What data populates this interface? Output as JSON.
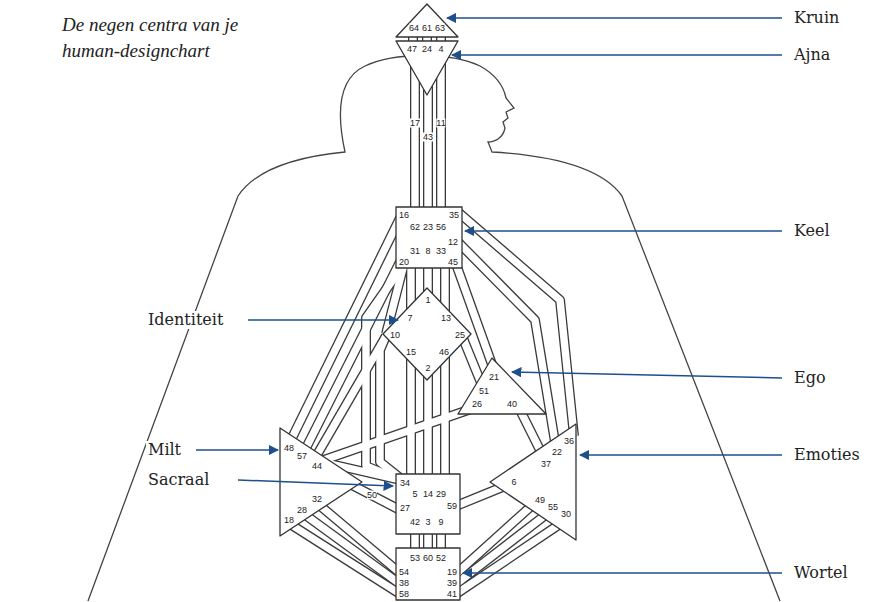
{
  "diagram": {
    "title": "De negen centra van je human-designchart",
    "labels": [
      "Kruin",
      "Ajna",
      "Keel",
      "Identiteit",
      "Ego",
      "Milt",
      "Emoties",
      "Sacraal",
      "Wortel",
      "64",
      "61",
      "63",
      "47",
      "24",
      "4",
      "17",
      "11",
      "43",
      "16",
      "35",
      "62",
      "23",
      "56",
      "12",
      "31",
      "8",
      "33",
      "20",
      "45",
      "1",
      "7",
      "13",
      "10",
      "25",
      "15",
      "46",
      "2",
      "21",
      "51",
      "26",
      "40",
      "48",
      "57",
      "44",
      "50",
      "32",
      "28",
      "18",
      "36",
      "22",
      "37",
      "6",
      "49",
      "55",
      "30",
      "34",
      "5",
      "14",
      "29",
      "59",
      "27",
      "42",
      "3",
      "9",
      "53",
      "60",
      "52",
      "54",
      "38",
      "58",
      "19",
      "39",
      "41"
    ]
  }
}
